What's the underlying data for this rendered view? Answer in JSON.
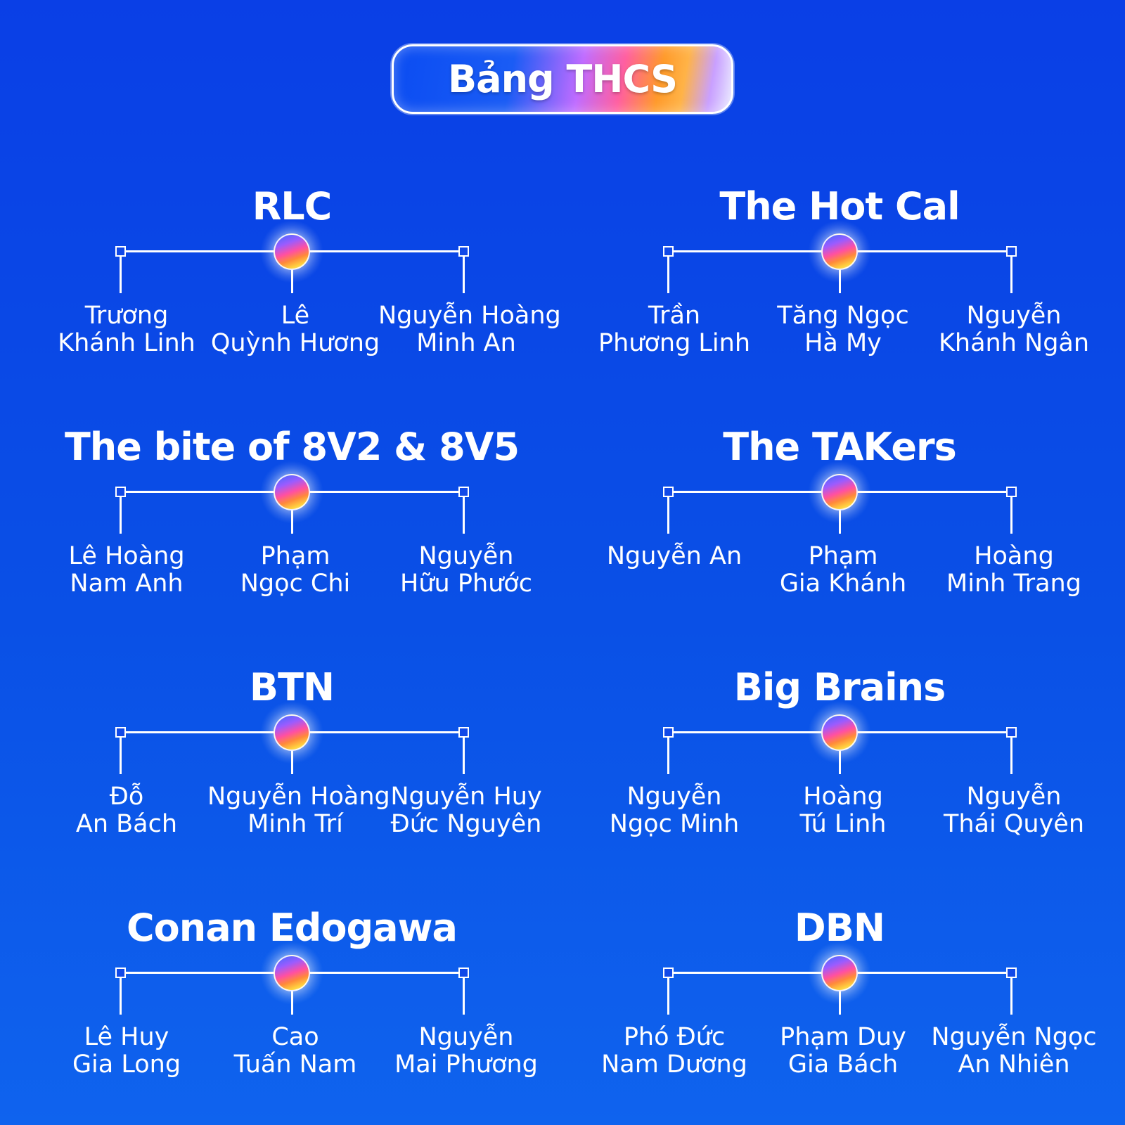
{
  "header": {
    "title": "Bảng THCS"
  },
  "teams": [
    {
      "name": "RLC",
      "members": [
        {
          "line1": "Trương",
          "line2": "Khánh Linh"
        },
        {
          "line1": "Lê",
          "line2": "Quỳnh Hương"
        },
        {
          "line1": "Nguyễn Hoàng",
          "line2": "Minh An"
        }
      ]
    },
    {
      "name": "The Hot Cal",
      "members": [
        {
          "line1": "Trần",
          "line2": "Phương Linh"
        },
        {
          "line1": "Tăng Ngọc",
          "line2": "Hà My"
        },
        {
          "line1": "Nguyễn",
          "line2": "Khánh Ngân"
        }
      ]
    },
    {
      "name": "The bite of 8V2 & 8V5",
      "members": [
        {
          "line1": "Lê Hoàng",
          "line2": "Nam Anh"
        },
        {
          "line1": "Phạm",
          "line2": "Ngọc Chi"
        },
        {
          "line1": "Nguyễn",
          "line2": "Hữu Phước"
        }
      ]
    },
    {
      "name": "The TAKers",
      "members": [
        {
          "line1": "Nguyễn An",
          "line2": ""
        },
        {
          "line1": "Phạm",
          "line2": "Gia Khánh"
        },
        {
          "line1": "Hoàng",
          "line2": "Minh Trang"
        }
      ]
    },
    {
      "name": "BTN",
      "members": [
        {
          "line1": "Đỗ",
          "line2": "An Bách"
        },
        {
          "line1": "Nguyễn Hoàng",
          "line2": "Minh Trí"
        },
        {
          "line1": "Nguyễn Huy",
          "line2": "Đức Nguyên"
        }
      ]
    },
    {
      "name": "Big Brains",
      "members": [
        {
          "line1": "Nguyễn",
          "line2": "Ngọc Minh"
        },
        {
          "line1": "Hoàng",
          "line2": "Tú Linh"
        },
        {
          "line1": "Nguyễn",
          "line2": "Thái Quyên"
        }
      ]
    },
    {
      "name": "Conan Edogawa",
      "members": [
        {
          "line1": "Lê Huy",
          "line2": "Gia Long"
        },
        {
          "line1": "Cao",
          "line2": "Tuấn Nam"
        },
        {
          "line1": "Nguyễn",
          "line2": "Mai Phương"
        }
      ]
    },
    {
      "name": "DBN",
      "members": [
        {
          "line1": "Phó Đức",
          "line2": "Nam Dương"
        },
        {
          "line1": "Phạm Duy",
          "line2": "Gia Bách"
        },
        {
          "line1": "Nguyễn Ngọc",
          "line2": "An Nhiên"
        }
      ]
    }
  ]
}
